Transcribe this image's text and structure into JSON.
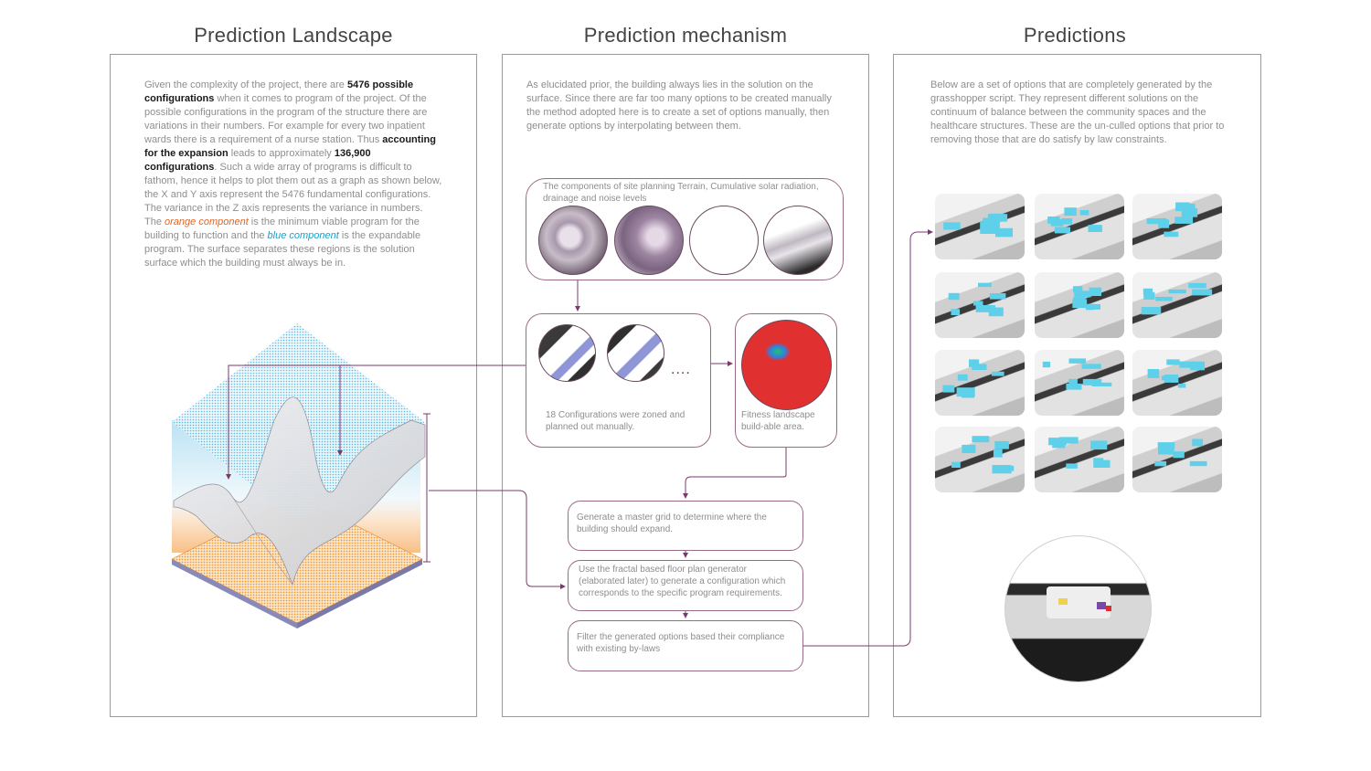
{
  "columns": {
    "landscape_title": "Prediction Landscape",
    "mechanism_title": "Prediction mechanism",
    "predictions_title": "Predictions"
  },
  "landscape": {
    "p_a": "Given the complexity of the project, there are ",
    "b_configs": "5476 possible configurations",
    "p_b": " when it comes to program of the project. Of the possible configurations in the program of the structure there are variations in their numbers. For example for every two inpatient wards there is a requirement of a nurse station. Thus ",
    "b_expansion": "accounting for the expansion",
    "p_c": " leads to approximately ",
    "b_count": "136,900 configurations",
    "p_d": ". Such a wide array of programs is difficult to fathom, hence it helps to plot them out as a graph as shown below, the X and Y axis represent the 5476 fundamental configurations. The variance in the Z axis represents the variance in numbers. The ",
    "orange_label": "orange component",
    "p_e": " is the minimum viable program for the building to function and the ",
    "blue_label": "blue component",
    "p_f": " is the expandable program. The surface separates these regions is the solution surface which the building must always be in."
  },
  "mechanism": {
    "intro": "As elucidated prior, the building always lies in the solution on the surface. Since there are far too many options to be created manually the method adopted here is to create a set of options manually, then generate options by interpolating between them.",
    "site_box": "The components of site planning Terrain, Cumulative solar radiation, drainage and noise levels",
    "config_box": "18 Configurations were zoned and planned out manually.",
    "dots": "....",
    "fitness_box": "Fitness landscape build-able area.",
    "step1": "Generate a master grid to determine where the building should expand.",
    "step2": "Use the fractal based floor plan generator (elaborated later) to generate a configuration which corresponds to the specific program requirements.",
    "step3": "Filter the generated options based their compliance with existing by-laws"
  },
  "predictions": {
    "intro": "Below are a set of options that are completely generated by the grasshopper script. They represent different solutions on the continuum of balance between the community spaces and the healthcare structures. These are the un-culled options that prior to removing those that are do satisfy by law constraints."
  },
  "colors": {
    "orange": "#e8631c",
    "blue": "#1aa0c8",
    "connector": "#7a3a6c",
    "box_border": "#9a6a88",
    "cyan_mass": "#5fd0ea"
  }
}
